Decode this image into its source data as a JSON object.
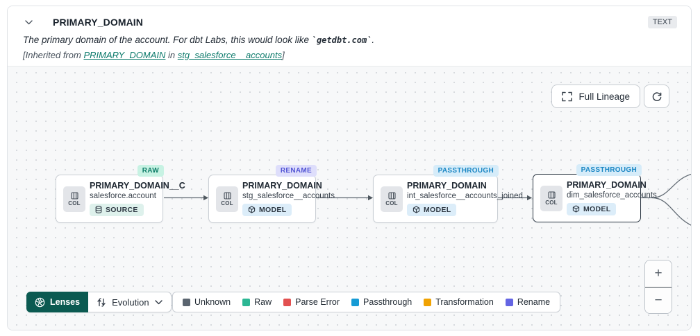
{
  "header": {
    "title": "PRIMARY_DOMAIN",
    "type_badge": "TEXT",
    "description_prefix": "The primary domain of the account. For dbt Labs, this would look like ",
    "description_code": "`getdbt.com`",
    "description_suffix": ".",
    "inherited_prefix": "[Inherited from ",
    "inherited_link_column": "PRIMARY_DOMAIN",
    "inherited_mid": " in ",
    "inherited_link_model": "stg_salesforce__accounts",
    "inherited_suffix": "]"
  },
  "colors": {
    "link_teal": "#0c7a6b",
    "lenses_bg": "#0b5a51",
    "edge": "#636c75"
  },
  "canvas": {
    "full_lineage_label": "Full Lineage",
    "nodes": [
      {
        "badge": "RAW",
        "badge_bg": "#c7f2e3",
        "badge_fg": "#0f7e69",
        "title": "PRIMARY_DOMAIN__C",
        "subtitle": "salesforce.account",
        "resource": "SOURCE",
        "col_label": "COL"
      },
      {
        "badge": "RENAME",
        "badge_bg": "#dedefb",
        "badge_fg": "#5254d4",
        "title": "PRIMARY_DOMAIN",
        "subtitle": "stg_salesforce__accounts",
        "resource": "MODEL",
        "col_label": "COL"
      },
      {
        "badge": "PASSTHROUGH",
        "badge_bg": "#d6ecf9",
        "badge_fg": "#1b87c4",
        "title": "PRIMARY_DOMAIN",
        "subtitle": "int_salesforce__accounts_joined",
        "resource": "MODEL",
        "col_label": "COL"
      },
      {
        "badge": "PASSTHROUGH",
        "badge_bg": "#d6ecf9",
        "badge_fg": "#1b87c4",
        "title": "PRIMARY_DOMAIN",
        "subtitle": "dim_salesforce_accounts",
        "resource": "MODEL",
        "col_label": "COL"
      }
    ],
    "lenses_label": "Lenses",
    "lens_selected": "Evolution",
    "legend": [
      {
        "label": "Unknown",
        "color": "#5b6570"
      },
      {
        "label": "Raw",
        "color": "#2cb794"
      },
      {
        "label": "Parse Error",
        "color": "#e25050"
      },
      {
        "label": "Passthrough",
        "color": "#169bd5"
      },
      {
        "label": "Transformation",
        "color": "#f0a202"
      },
      {
        "label": "Rename",
        "color": "#6465e3"
      }
    ],
    "zoom_in_label": "+",
    "zoom_out_label": "−"
  }
}
